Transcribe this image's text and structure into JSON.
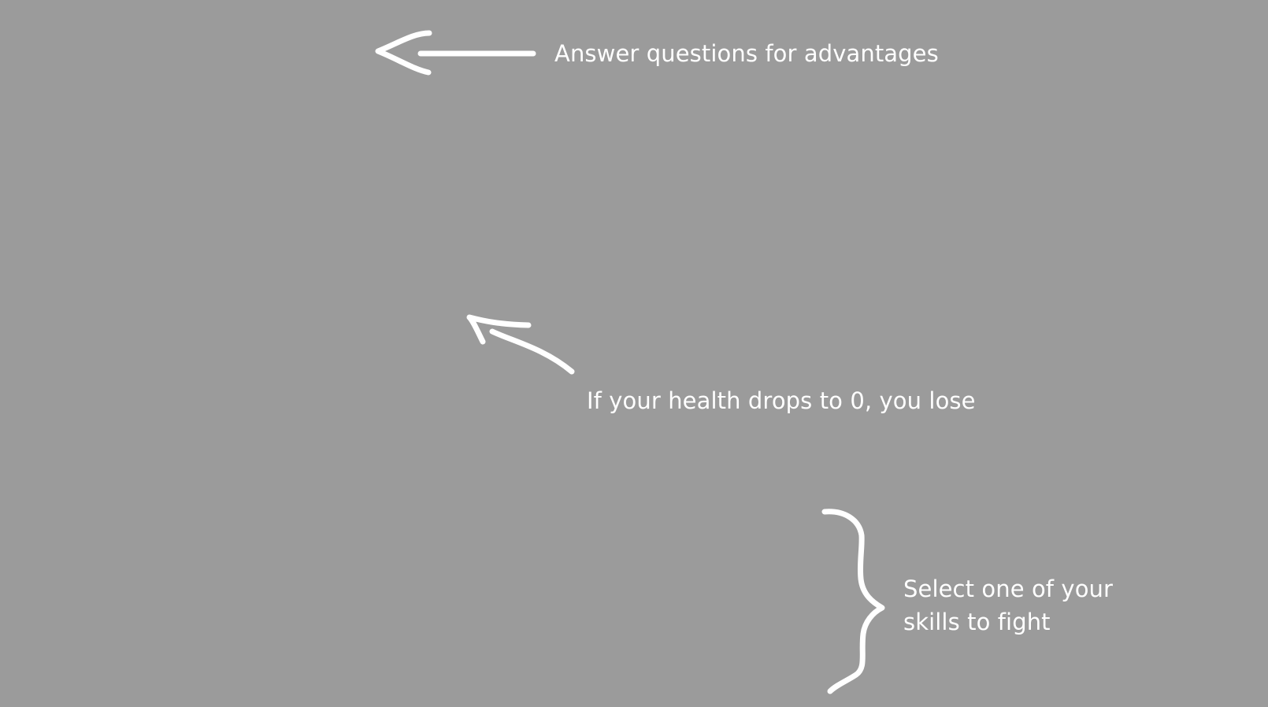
{
  "tutorial": {
    "questions_hint": "Answer questions for advantages",
    "health_hint": "If your health drops to 0, you lose",
    "skills_hint": {
      "line1": "Select one of your",
      "line2": "skills to fight"
    },
    "colors": {
      "background": "#9b9b9b",
      "annotation": "#ffffff"
    },
    "icons": [
      "left-arrow-icon",
      "up-left-arrow-icon",
      "curly-brace-icon"
    ]
  }
}
